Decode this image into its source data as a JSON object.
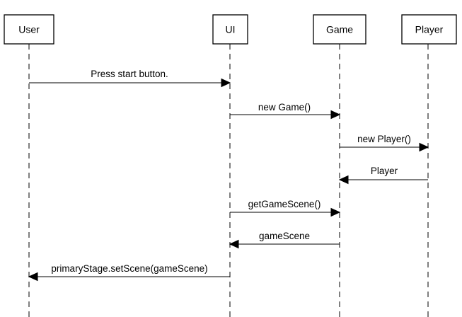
{
  "participants": [
    {
      "id": "user",
      "label": "User"
    },
    {
      "id": "ui",
      "label": "UI"
    },
    {
      "id": "game",
      "label": "Game"
    },
    {
      "id": "player",
      "label": "Player"
    }
  ],
  "messages": [
    {
      "from": "user",
      "to": "ui",
      "label": "Press start button."
    },
    {
      "from": "ui",
      "to": "game",
      "label": "new Game()"
    },
    {
      "from": "game",
      "to": "player",
      "label": "new Player()"
    },
    {
      "from": "player",
      "to": "game",
      "label": "Player"
    },
    {
      "from": "ui",
      "to": "game",
      "label": "getGameScene()"
    },
    {
      "from": "game",
      "to": "ui",
      "label": "gameScene"
    },
    {
      "from": "ui",
      "to": "user",
      "label": "primaryStage.setScene(gameScene)"
    }
  ]
}
